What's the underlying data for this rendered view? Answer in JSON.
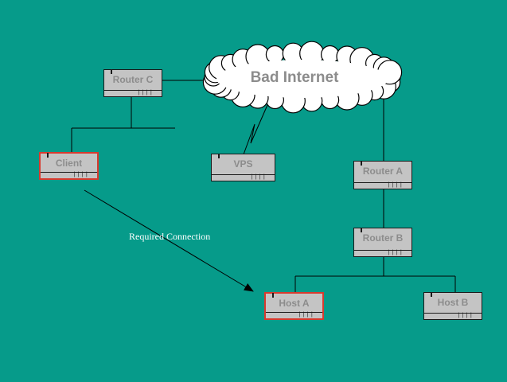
{
  "diagram": {
    "background_color": "#069b8a",
    "cloud": {
      "label": "Bad Internet"
    },
    "nodes": {
      "router_c": {
        "label": "Router C",
        "ports": "||||"
      },
      "client": {
        "label": "Client",
        "ports": "||||"
      },
      "vps": {
        "label": "VPS",
        "ports": "||||"
      },
      "router_a": {
        "label": "Router A",
        "ports": "||||"
      },
      "router_b": {
        "label": "Router B",
        "ports": "||||"
      },
      "host_a": {
        "label": "Host A",
        "ports": "||||"
      },
      "host_b": {
        "label": "Host B",
        "ports": "||||"
      }
    },
    "highlight_color": "#d83a2e",
    "annotation": {
      "label": "Required Connection"
    }
  }
}
